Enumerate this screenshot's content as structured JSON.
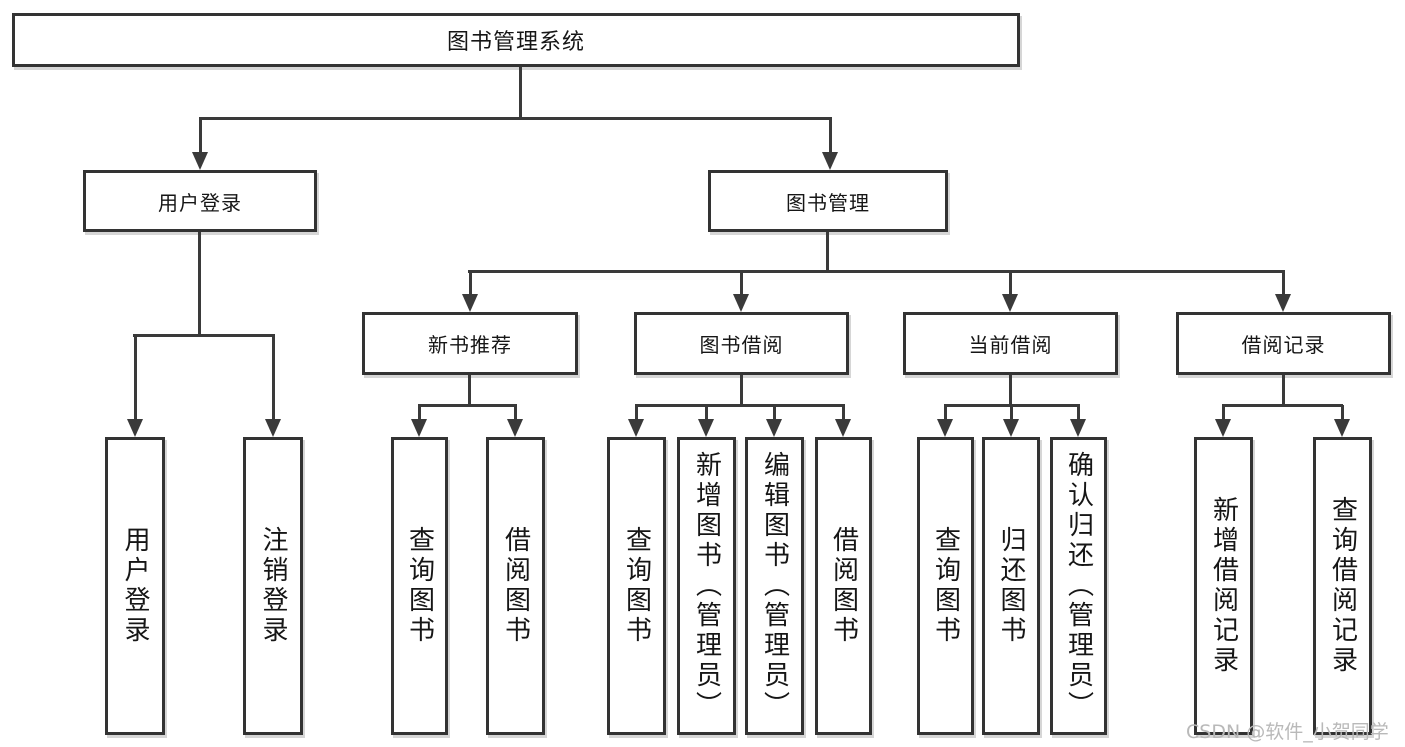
{
  "root": {
    "label": "图书管理系统"
  },
  "login": {
    "label": "用户登录",
    "children": [
      {
        "label": "用户登录"
      },
      {
        "label": "注销登录"
      }
    ]
  },
  "management": {
    "label": "图书管理",
    "children": [
      {
        "label": "新书推荐",
        "children": [
          {
            "label": "查询图书"
          },
          {
            "label": "借阅图书"
          }
        ]
      },
      {
        "label": "图书借阅",
        "children": [
          {
            "label": "查询图书"
          },
          {
            "label": "新增图书（管理员）"
          },
          {
            "label": "编辑图书（管理员）"
          },
          {
            "label": "借阅图书"
          }
        ]
      },
      {
        "label": "当前借阅",
        "children": [
          {
            "label": "查询图书"
          },
          {
            "label": "归还图书"
          },
          {
            "label": "确认归还（管理员）"
          }
        ]
      },
      {
        "label": "借阅记录",
        "children": [
          {
            "label": "新增借阅记录"
          },
          {
            "label": "查询借阅记录"
          }
        ]
      }
    ]
  },
  "watermark": "CSDN @软件_小贺同学",
  "colors": {
    "line": "#3a3a3a",
    "text": "#161616",
    "watermark": "#b9b9b9"
  }
}
